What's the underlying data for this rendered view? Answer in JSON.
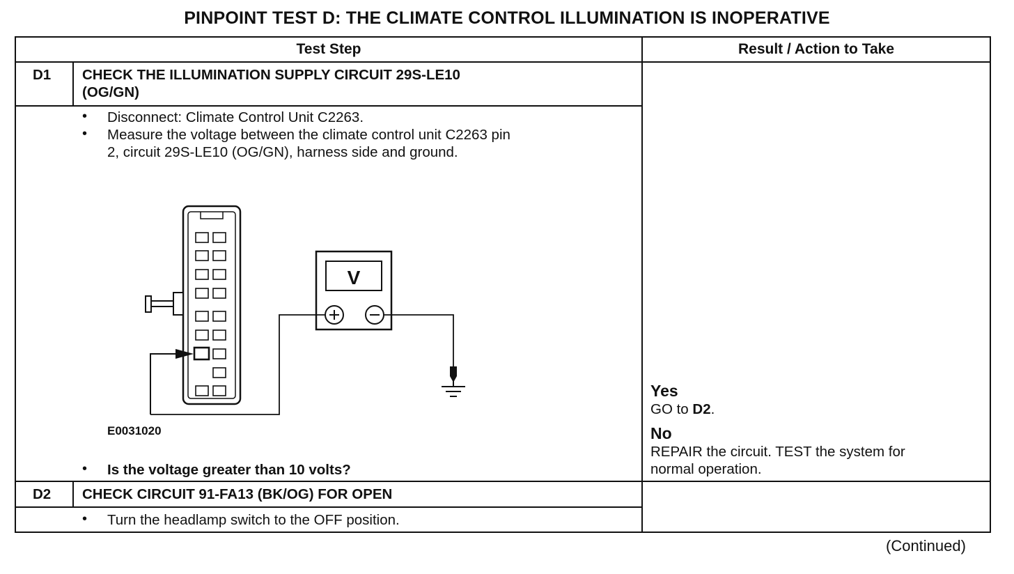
{
  "title": "PINPOINT TEST D: THE CLIMATE CONTROL ILLUMINATION IS INOPERATIVE",
  "headers": {
    "test_step": "Test Step",
    "result": "Result / Action to Take"
  },
  "steps": [
    {
      "id": "D1",
      "heading_line1": "CHECK THE ILLUMINATION SUPPLY CIRCUIT 29S-LE10",
      "heading_line2": "(OG/GN)",
      "bullets": [
        "Disconnect: Climate Control Unit C2263.",
        "Measure the voltage between the climate control unit C2263 pin",
        "2, circuit 29S-LE10 (OG/GN), harness side and ground."
      ],
      "figure": {
        "id": "E0031020",
        "meter_label": "V",
        "plus": "+",
        "minus": "−"
      },
      "question": "Is the voltage greater than 10 volts?",
      "yes_label": "Yes",
      "yes_pre": "GO to ",
      "yes_target": "D2",
      "yes_post": ".",
      "no_label": "No",
      "no_line1": "REPAIR the circuit. TEST the system for",
      "no_line2": "normal operation."
    },
    {
      "id": "D2",
      "heading_line1": "CHECK CIRCUIT 91-FA13 (BK/OG) FOR OPEN",
      "bullets": [
        "Turn the headlamp switch to the OFF position."
      ]
    }
  ],
  "bullet_char": "•",
  "continued": "(Continued)"
}
